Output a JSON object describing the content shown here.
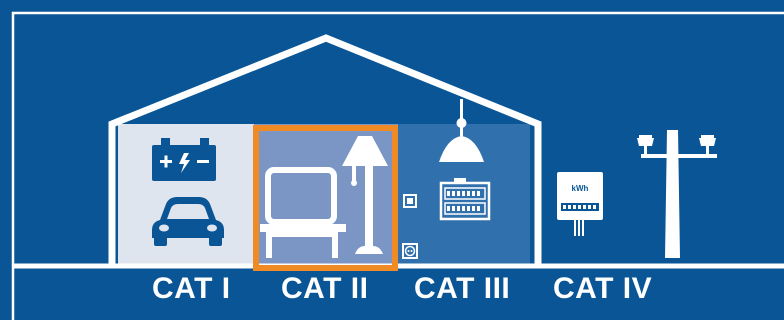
{
  "categories": [
    {
      "label": "CAT I",
      "color": "#ffffff"
    },
    {
      "label": "CAT II",
      "color": "#ffffff"
    },
    {
      "label": "CAT III",
      "color": "#ffffff"
    },
    {
      "label": "CAT IV",
      "color": "#ffffff"
    }
  ],
  "meter": {
    "unit_label": "kWh"
  },
  "highlighted_category": "CAT II",
  "colors": {
    "background": "#0a5596",
    "frame": "#ffffff",
    "cat1_zone": "#dfe5ef",
    "cat2_zone": "#7b96c4",
    "cat3_zone": "#3070ad",
    "highlight": "#f08a24",
    "icon_dark": "#0a5596"
  }
}
